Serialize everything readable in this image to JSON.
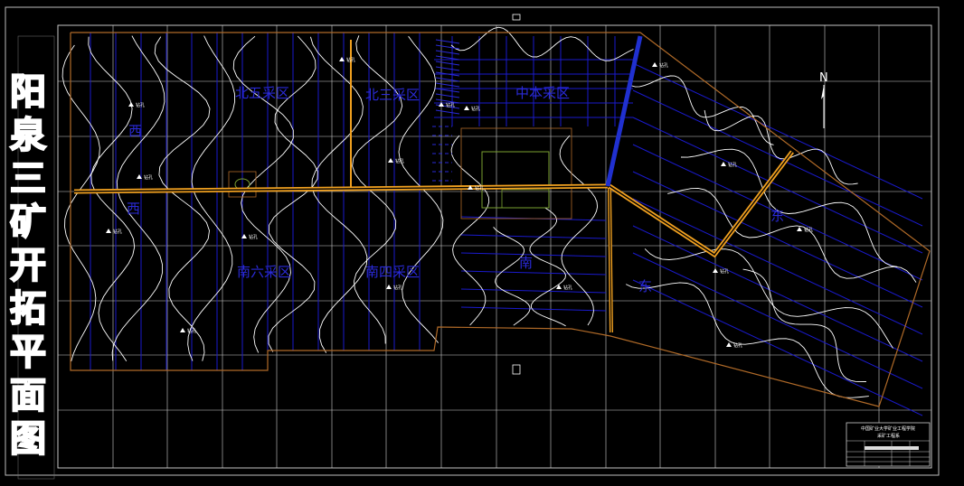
{
  "drawing": {
    "side_title_chars": [
      "阳",
      "泉",
      "三",
      "矿",
      "开",
      "拓",
      "平",
      "面",
      "图"
    ],
    "north_label": "N",
    "zones": [
      {
        "id": "north5",
        "label": "北五采区"
      },
      {
        "id": "north3",
        "label": "北三采区"
      },
      {
        "id": "north4",
        "label": "中本采区"
      },
      {
        "id": "south6",
        "label": "南六采区"
      },
      {
        "id": "south4",
        "label": "南四采区"
      },
      {
        "id": "west",
        "label": "西"
      },
      {
        "id": "west2",
        "label": "西"
      },
      {
        "id": "south",
        "label": "南"
      },
      {
        "id": "east1",
        "label": "东"
      },
      {
        "id": "east2",
        "label": "东"
      }
    ],
    "boreholes": [
      {
        "label": "钻孔"
      },
      {
        "label": "钻孔"
      },
      {
        "label": "钻孔"
      },
      {
        "label": "钻孔"
      },
      {
        "label": "钻孔"
      },
      {
        "label": "钻孔"
      },
      {
        "label": "钻孔"
      },
      {
        "label": "钻孔"
      },
      {
        "label": "钻孔"
      },
      {
        "label": "钻孔"
      },
      {
        "label": "钻孔"
      },
      {
        "label": "钻孔"
      },
      {
        "label": "钻孔"
      },
      {
        "label": "钻孔"
      },
      {
        "label": "钻孔"
      },
      {
        "label": "钻孔"
      },
      {
        "label": "钻孔"
      }
    ],
    "title_block": {
      "line1": "中国矿业大学矿业工程学院",
      "line2": "采矿工程系"
    },
    "colors": {
      "grid": "#cfcfcf",
      "contour": "#ffffff",
      "zone_line": "#1a1acc",
      "roadway": "#f0a020",
      "boundary": "#b06a28",
      "facility": "#7aa030"
    }
  }
}
